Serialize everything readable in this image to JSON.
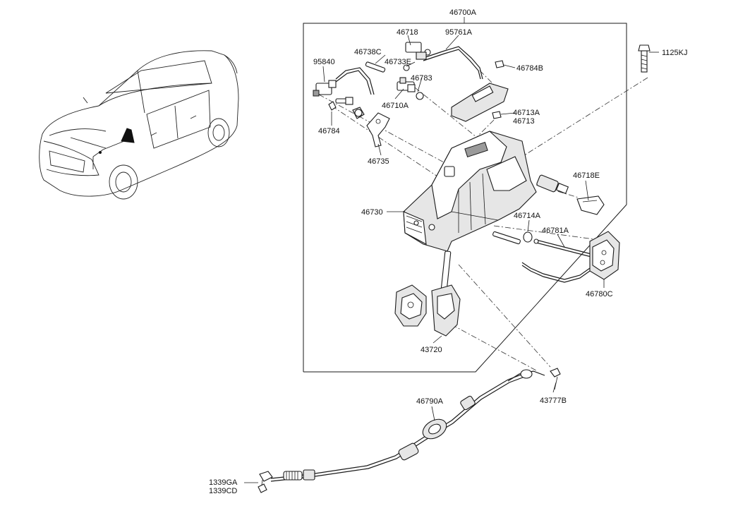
{
  "diagram": {
    "labels": {
      "l_46700A": "46700A",
      "l_46718": "46718",
      "l_95761A": "95761A",
      "l_1125KJ": "1125KJ",
      "l_46738C": "46738C",
      "l_46733E": "46733E",
      "l_95840": "95840",
      "l_46784B": "46784B",
      "l_46783": "46783",
      "l_46710A": "46710A",
      "l_46713A": "46713A",
      "l_46713": "46713",
      "l_46784": "46784",
      "l_46735": "46735",
      "l_46718E": "46718E",
      "l_46730": "46730",
      "l_46714A": "46714A",
      "l_46781A": "46781A",
      "l_46780C": "46780C",
      "l_43720": "43720",
      "l_43777B": "43777B",
      "l_46790A": "46790A",
      "l_1339GA": "1339GA",
      "l_1339CD": "1339CD"
    }
  }
}
